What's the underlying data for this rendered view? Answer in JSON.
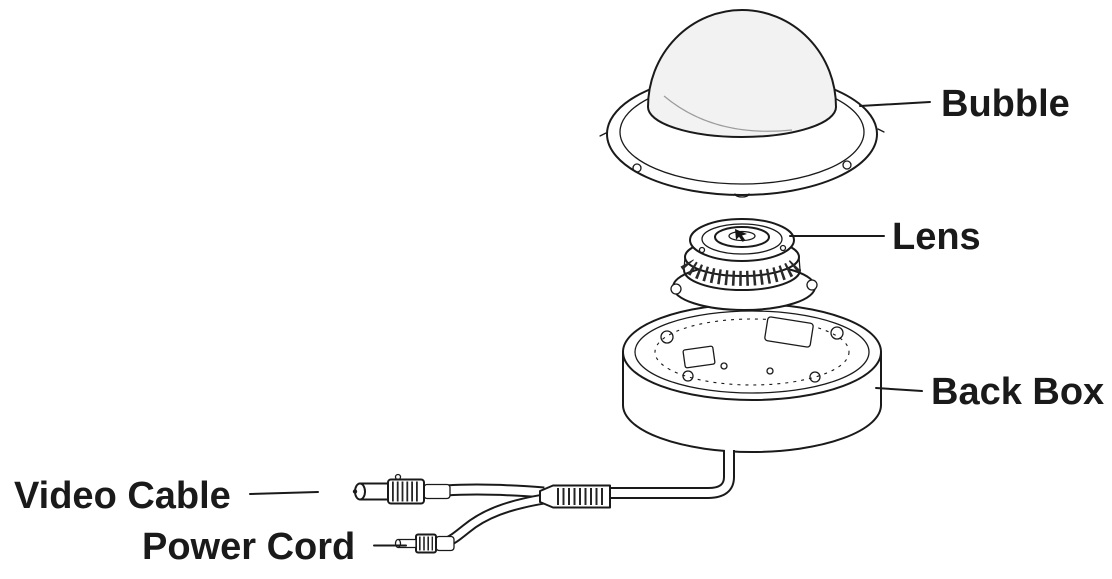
{
  "diagram": {
    "labels": {
      "bubble": "Bubble",
      "lens": "Lens",
      "back_box": "Back Box",
      "video_cable": "Video Cable",
      "power_cord": "Power Cord"
    },
    "colors": {
      "line": "#1a1a1a",
      "background": "#ffffff",
      "dome_fill": "#f2f2f2",
      "rib_fill": "#2a2a2a"
    }
  }
}
